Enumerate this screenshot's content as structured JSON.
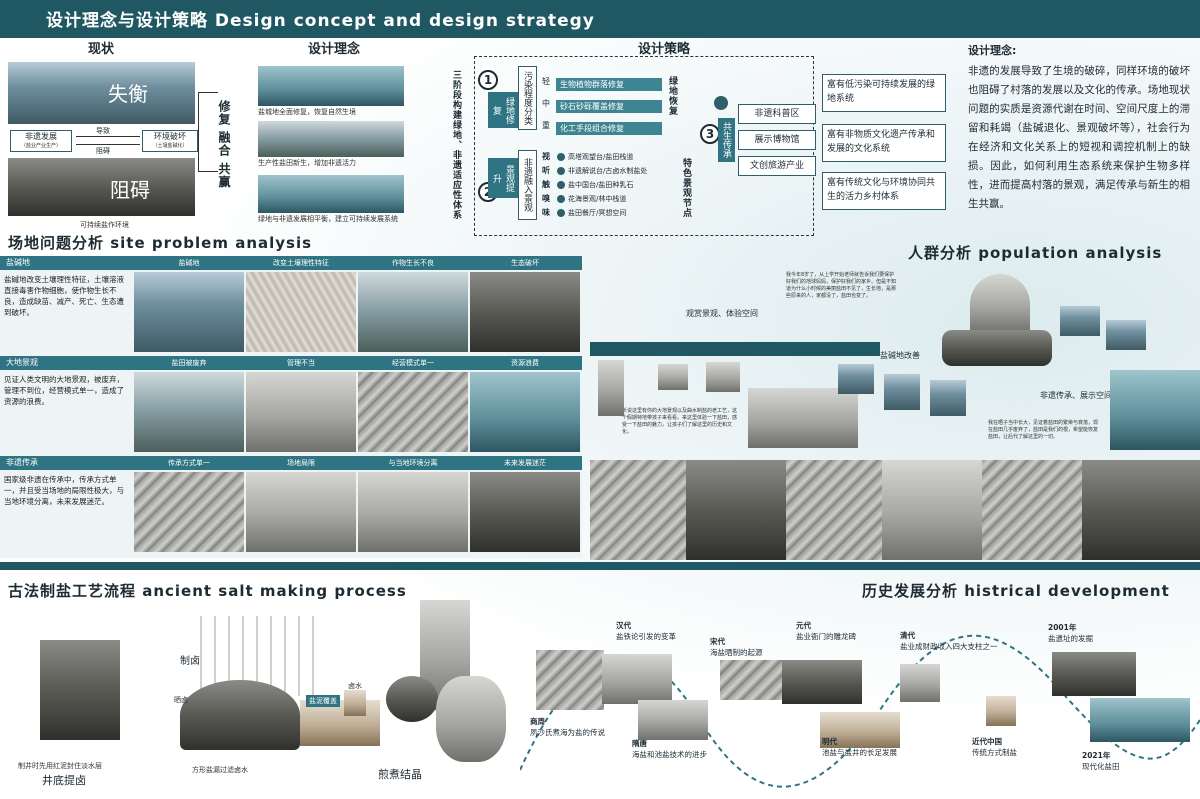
{
  "header": {
    "title": "设计理念与设计策略 Design concept and design strategy"
  },
  "top": {
    "col_status": "现状",
    "col_concept": "设计理念",
    "col_strategy": "设计策略",
    "status_overlay_1": "失衡",
    "status_overlay_2": "阻碍",
    "status_left_box": "非遗发展",
    "status_left_sub": "（盐业产业生产）",
    "status_right_box": "环境破坏",
    "status_right_sub": "（土壤盐碱化）",
    "arrow_top": "导致",
    "arrow_bottom": "阻碍",
    "status_caption": "可持续盐作环境",
    "repair_vertical": "修复 融合 共赢",
    "concept_captions": [
      "盐城地全面修复，恢复自然生境",
      "生产性盐田新生，增加非遗活力",
      "绿地与非遗发展相平衡，建立可持续发展系统"
    ],
    "three_stage": "三阶段构建绿地、非遗适应性体系",
    "strategy": {
      "num1": "1",
      "num2": "2",
      "num3": "3",
      "green_repair": "绿地修复",
      "pollution_class": "污染程度分类",
      "levels": [
        "轻",
        "中",
        "重"
      ],
      "level_bars": [
        "生物植物群落修复",
        "砂石砂砾覆盖修复",
        "化工手段组合修复"
      ],
      "green_restore_v": "绿地恢复",
      "landscape_up": "景观提升",
      "heritage_integrate": "非遗融入景观",
      "senses": [
        {
          "k": "视",
          "t": "高塔观望台/盐田栈道"
        },
        {
          "k": "听",
          "t": "非遗解说台/古卤水制盐处"
        },
        {
          "k": "触",
          "t": "盐中国台/盐田种乳石"
        },
        {
          "k": "嗅",
          "t": "花海景观/林中栈道"
        },
        {
          "k": "味",
          "t": "盐田餐厅/冥想空间"
        }
      ],
      "feature_nodes": "特色景观节点",
      "co_inherit": "共生传承",
      "outputs": [
        "非遗科普区",
        "展示博物馆",
        "文创旅游产业"
      ],
      "results": [
        "富有低污染可持续发展的绿地系统",
        "富有非物质文化遗产传承和发展的文化系统",
        "富有传统文化与环境协同共生的活力乡村体系"
      ]
    }
  },
  "concept_block": {
    "heading": "设计理念:",
    "body": "非遗的发展导致了生境的破碎，同样环境的破坏也阻碍了村落的发展以及文化的传承。场地现状问题的实质是资源代谢在时间、空间尺度上的滞留和耗竭（盐碱退化、景观破坏等），社会行为在经济和文化关系上的短视和调控机制上的缺损。因此，如何利用生态系统来保护生物多样性，进而提高村落的景观，满足传承与新生的相生共赢。"
  },
  "site": {
    "title": "场地问题分析  site problem analysis",
    "rows": [
      {
        "head": "盐碱地",
        "desc": "盐碱地改变土壤理性特征，土壤溶液直接毒害作物细胞，使作物生长不良，造成缺苗、减产、死亡、生态遭到破坏。",
        "photos": [
          "盐碱地",
          "改变土壤理性特征",
          "作物生长不良",
          "生态破坏"
        ]
      },
      {
        "head": "大地景观",
        "desc": "见证人类文明的大地景观，被废弃，管理不到位，经营模式单一，造成了资源的浪费。",
        "photos": [
          "盐田被废弃",
          "管理不当",
          "经营模式单一",
          "资源浪费"
        ]
      },
      {
        "head": "非遗传承",
        "desc": "国家级非遗在传承中，传承方式单一，并且受当场地的局限性极大，与当地环境分离，未来发展迷茫。",
        "photos": [
          "传承方式单一",
          "场地局限",
          "与当地环境分离",
          "未来发展迷茫"
        ]
      }
    ]
  },
  "population": {
    "title": "人群分析  population analysis",
    "label_view": "观赏景观、体验空间",
    "label_alkali": "盐碱地改善",
    "label_heritage": "非遗传承、展示空间",
    "note_top": "我今年8岁了，从上学开始老师就告诉我们要保护好我们的地球妈妈，保护好我们的家乡。但是不知道为什么小时候的美丽盐田不见了，生长地，是那些原来的人，家都没了，盐田也变了。",
    "note_mid": "听说这里有你的大地景观以及曲水制盐的老工艺，这个假期特地带孩子来看看。来这里体验一下盐田，感受一下盐田的魅力，让孩子们了解这里的历史和文化。",
    "note_right": "我在晒子当中长大，见证着盐田的繁荣与衰落，现在盐田几乎废弃了，盐田是我们的根，希望能恢复盐田，让后代了解这里的一切。"
  },
  "process": {
    "title": "古法制盐工艺流程  ancient salt making process",
    "labels": [
      "制卤",
      "晒卤",
      "盐泥覆盖",
      "卤水",
      "制井时先用红泥封住淡水层",
      "井底提卤",
      "方形盐漏过滤卤水",
      "煎煮结晶"
    ]
  },
  "history": {
    "title": "历史发展分析  histrical development",
    "events": [
      {
        "era": "商周",
        "text": "夙沙氏煮海为盐的传说"
      },
      {
        "era": "汉代",
        "text": "盐铁论引发的变革"
      },
      {
        "era": "隋唐",
        "text": "海盐和池盐技术的进步"
      },
      {
        "era": "宋代",
        "text": "海盐晒制的起源"
      },
      {
        "era": "元代",
        "text": "盐业衙门的雕龙碑"
      },
      {
        "era": "明代",
        "text": "池盐与盐井的长足发展"
      },
      {
        "era": "清代",
        "text": "盐业成财政收入四大支柱之一"
      },
      {
        "era": "近代中国",
        "text": "传统方式制盐"
      },
      {
        "era": "2001年",
        "text": "盐遗址的发掘"
      },
      {
        "era": "2021年",
        "text": "现代化盐田"
      }
    ]
  }
}
